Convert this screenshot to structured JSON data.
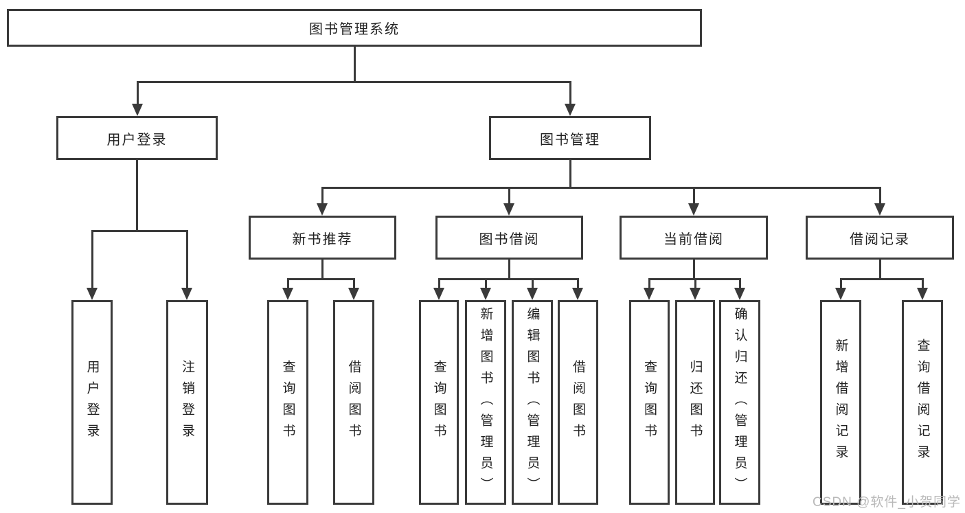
{
  "diagram": {
    "root": "图书管理系统",
    "level2": [
      "用户登录",
      "图书管理"
    ],
    "level3": [
      "新书推荐",
      "图书借阅",
      "当前借阅",
      "借阅记录"
    ],
    "leaves": [
      "用户登录",
      "注销登录",
      "查询图书",
      "借阅图书",
      "查询图书",
      "新增图书（管理员）",
      "编辑图书（管理员）",
      "借阅图书",
      "查询图书",
      "归还图书",
      "确认归还（管理员）",
      "新增借阅记录",
      "查询借阅记录"
    ]
  },
  "watermark": "CSDN @软件_小贺同学",
  "colors": {
    "line": "#3a3a3a",
    "text": "#212121",
    "box_fill": "#ffffff",
    "watermark": "#b9b9b9"
  }
}
